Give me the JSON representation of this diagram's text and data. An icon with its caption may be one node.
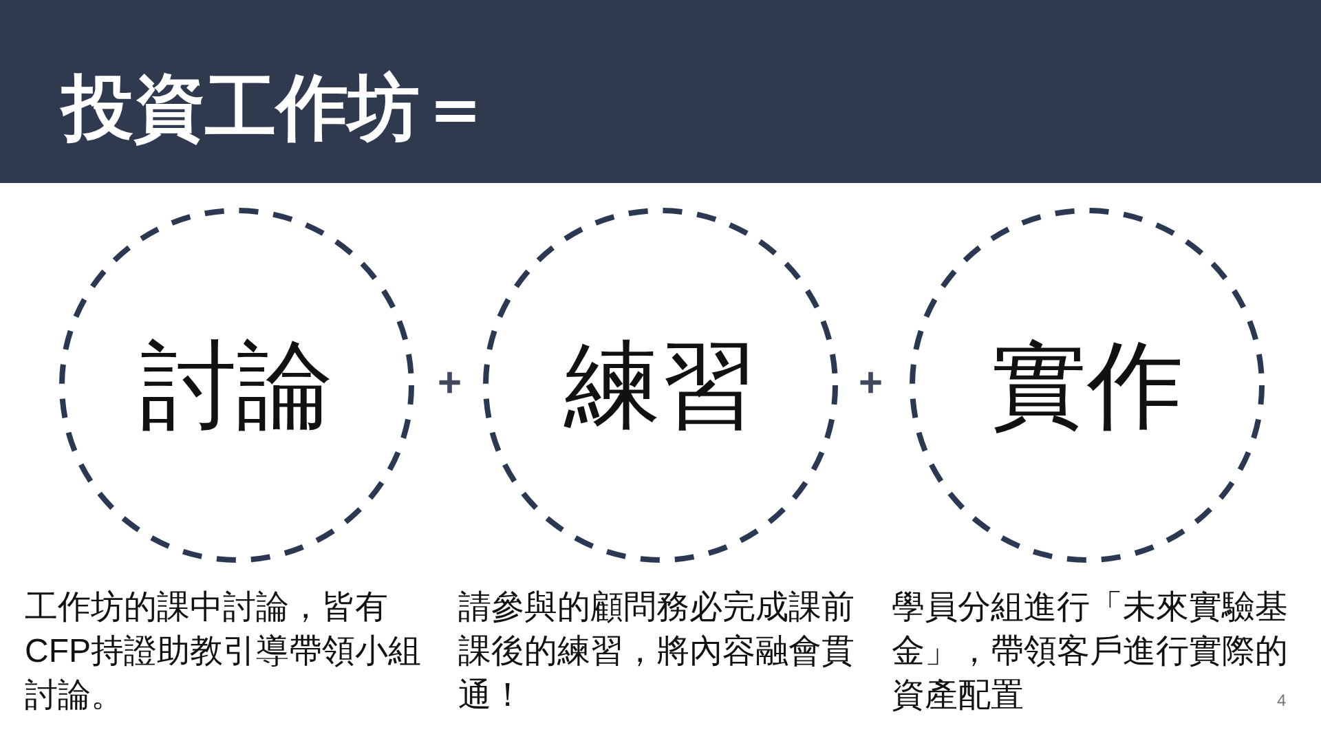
{
  "diagram": {
    "title": "投資工作坊＝",
    "nodes": [
      {
        "text": [
          "討論"
        ],
        "beside": [
          "工作坊的課中討論，皆有CFP持證助教引導帶領小組討論。"
        ]
      },
      {
        "text": [
          "練習"
        ],
        "beside": [
          "請參與的顧問務必完成課前課後的練習，將內容融會貫通！"
        ]
      },
      {
        "text": [
          "實作"
        ],
        "beside": [
          "學員分組進行「未來實驗基金」，帶領客戶進行實際的資產配置"
        ]
      }
    ],
    "labels": [
      "+",
      "+",
      "4"
    ]
  }
}
